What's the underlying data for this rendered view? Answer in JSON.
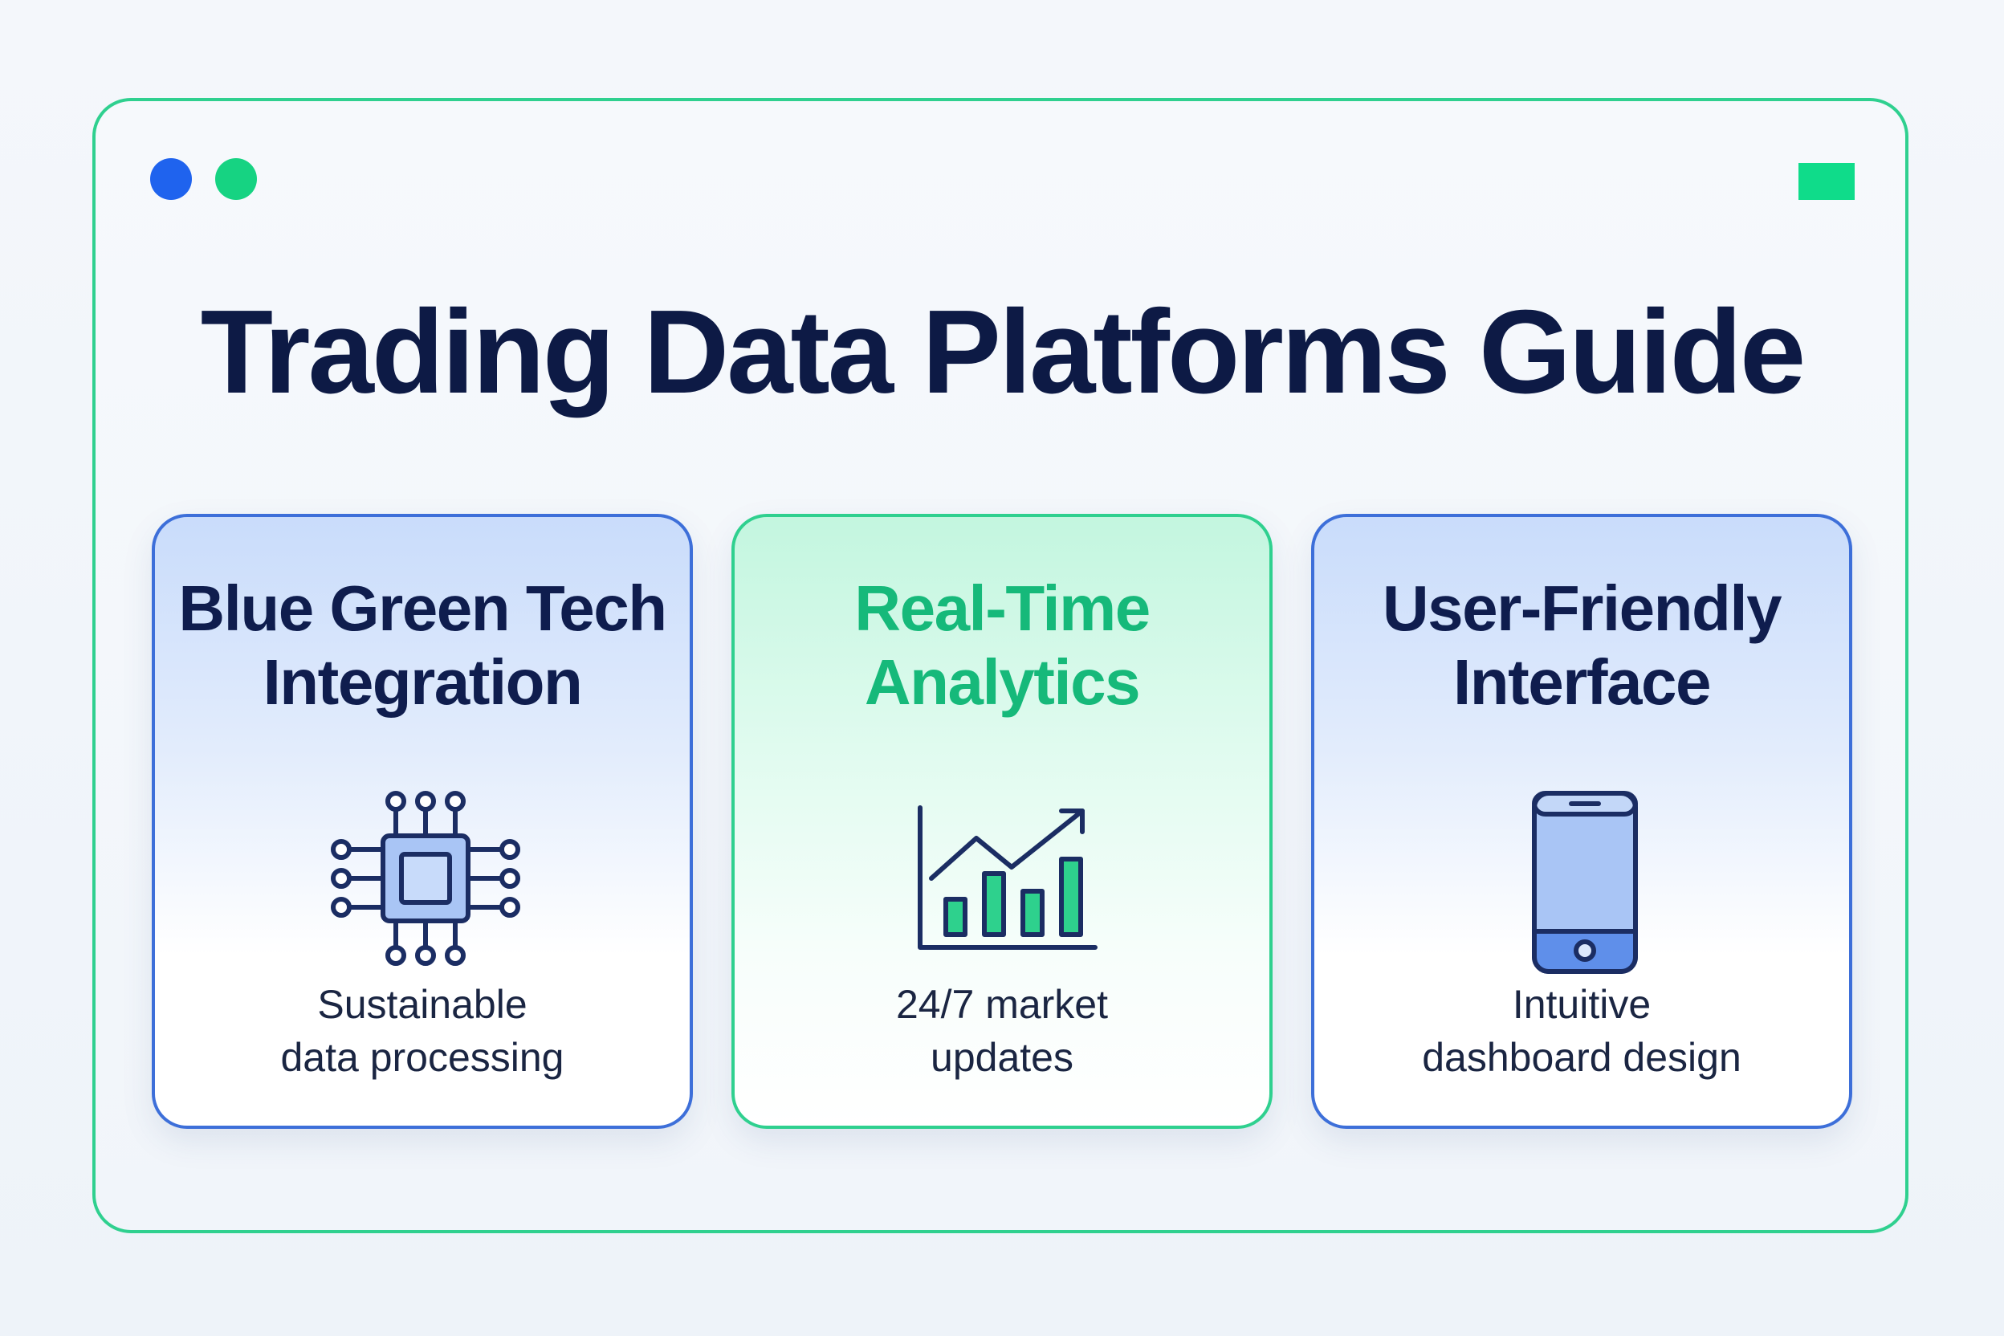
{
  "page": {
    "title": "Trading Data Platforms Guide"
  },
  "window": {
    "dots": [
      {
        "color": "#1f63ee",
        "icon": "blue-dot"
      },
      {
        "color": "#16d382",
        "icon": "green-dot"
      }
    ],
    "tag_color": "#0fdc8a",
    "border_color": "#2fd08f"
  },
  "cards": [
    {
      "title_lines": [
        "Blue Green Tech",
        "Integration"
      ],
      "icon": "cpu-chip-icon",
      "desc_lines": [
        "Sustainable",
        "data processing"
      ],
      "accent": "#3d6fd9"
    },
    {
      "title_lines": [
        "Real-Time",
        "Analytics"
      ],
      "icon": "trending-chart-icon",
      "desc_lines": [
        "24/7 market",
        "updates"
      ],
      "accent": "#2fd08f"
    },
    {
      "title_lines": [
        "User-Friendly",
        "Interface"
      ],
      "icon": "smartphone-icon",
      "desc_lines": [
        "Intuitive",
        "dashboard design"
      ],
      "accent": "#3d6fd9"
    }
  ]
}
